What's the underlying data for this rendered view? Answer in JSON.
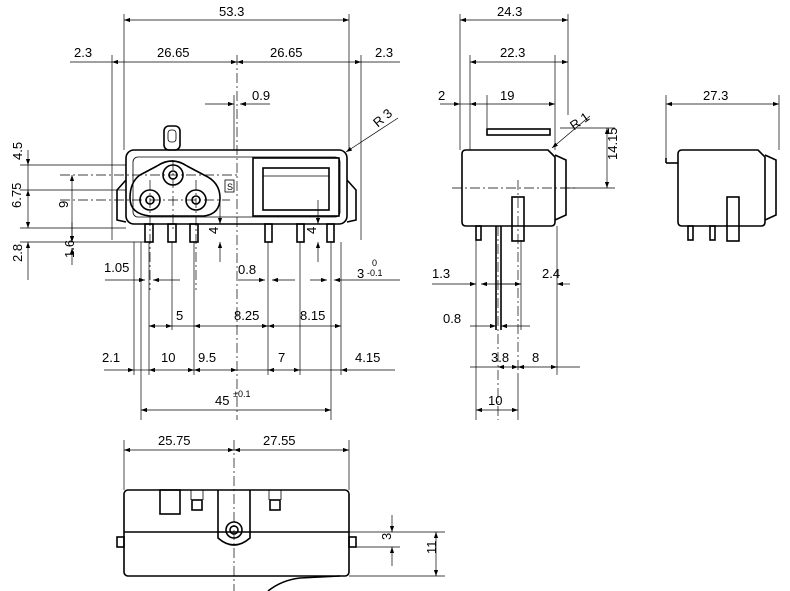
{
  "front": {
    "overall_width": "53.3",
    "margin_left": "2.3",
    "half_left": "26.65",
    "half_right": "26.65",
    "margin_right": "2.3",
    "offset_top": "0.9",
    "radius": "R 3",
    "height_upper": "4.5",
    "height_mid": "6.75",
    "height_lower": "2.8",
    "height_inner": "9",
    "pin_height": "1.6",
    "pin_len_left": "4",
    "pin_len_right": "4",
    "pin_width": "1.05",
    "pin_width2": "0.8",
    "pin_width3": "3",
    "pin_tol_upper": "0",
    "pin_tol_lower": "-0.1",
    "pitch_a": "5",
    "pitch_b": "8.25",
    "pitch_c": "8.15",
    "spacing_a": "2.1",
    "spacing_b": "10",
    "spacing_c": "9.5",
    "spacing_d": "7",
    "spacing_e": "4.15",
    "total_pitch": "45",
    "total_pitch_tol": "±0.1",
    "marking": "S"
  },
  "side": {
    "width_total": "24.3",
    "width_body": "22.3",
    "offset_left": "2",
    "width_inner": "19",
    "radius": "R 1",
    "height": "14.15",
    "pin_left": "1.3",
    "pin_right": "2.4",
    "pin_width": "0.8",
    "pin_gap": "3.8",
    "pin_offset": "8",
    "pin_span": "10"
  },
  "right_view": {
    "width": "27.3"
  },
  "bottom": {
    "left": "25.75",
    "right": "27.55",
    "height_small": "3",
    "height_total": "11"
  }
}
